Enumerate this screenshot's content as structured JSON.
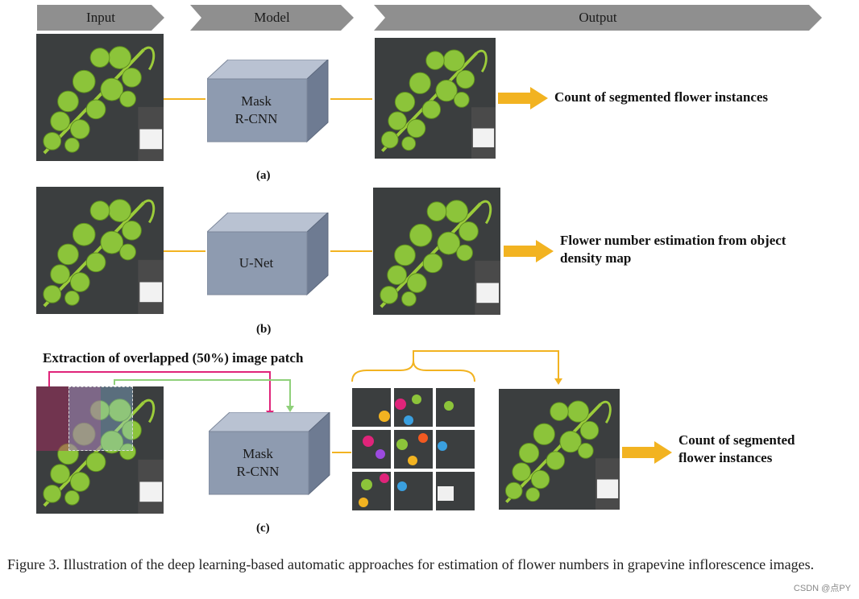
{
  "headers": {
    "input": "Input",
    "model": "Model",
    "output": "Output"
  },
  "rows": {
    "a": {
      "model_label": "Mask\nR-CNN",
      "output_text": "Count of segmented  flower instances",
      "sublabel": "(a)"
    },
    "b": {
      "model_label": "U-Net",
      "output_text": "Flower number estimation from object\ndensity map",
      "sublabel": "(b)"
    },
    "c": {
      "patch_text": "Extraction of overlapped  (50%) image patch",
      "model_label": "Mask\nR-CNN",
      "output_text": "Count of segmented\nflower instances",
      "sublabel": "(c)"
    }
  },
  "caption": "Figure 3. Illustration of the deep learning-based automatic approaches for estimation of flower numbers in grapevine inflorescence images.",
  "watermark": "CSDN @点PY",
  "colors": {
    "header_fill": "#8f8f8f",
    "box_front": "#8e9bb0",
    "box_top": "#b9c2d2",
    "box_side": "#6e7b92",
    "arrow_orange": "#f2b321",
    "arrow_pink": "#e0247a",
    "arrow_green": "#8fd07a"
  }
}
